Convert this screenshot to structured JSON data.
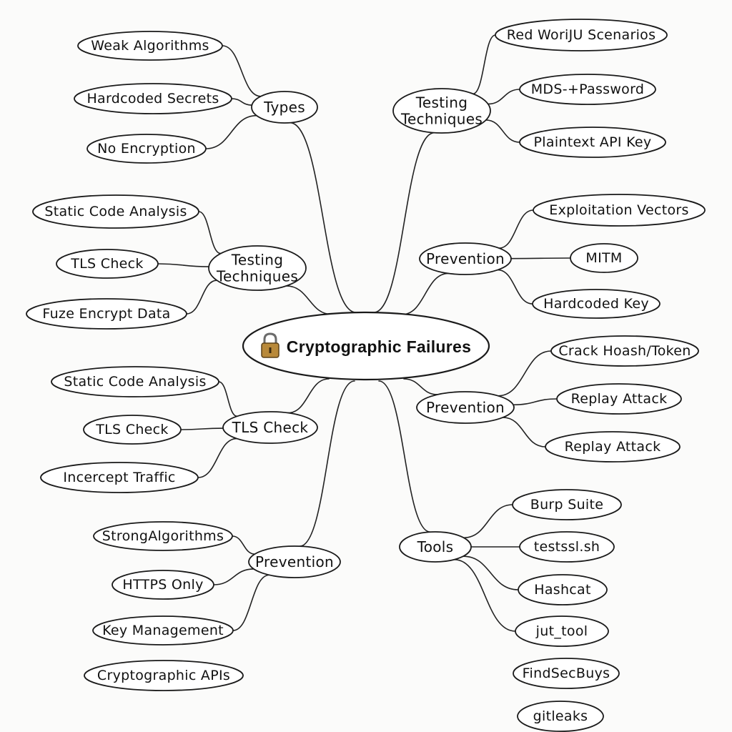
{
  "center": {
    "icon": "lock-icon",
    "label": "Cryptographic Failures"
  },
  "branches": [
    {
      "id": "types",
      "label": "Types",
      "children": [
        "Weak Algorithms",
        "Hardcoded Secrets",
        "No Encryption"
      ]
    },
    {
      "id": "testing-left",
      "label": "Testing\nTechniques",
      "children": [
        "Static Code Analysis",
        "TLS Check",
        "Fuze Encrypt Data"
      ]
    },
    {
      "id": "tls-check",
      "label": "TLS Check",
      "children": [
        "Static Code Analysis",
        "TLS Check",
        "Incercept Traffic"
      ]
    },
    {
      "id": "prevention-left",
      "label": "Prevention",
      "children": [
        "StrongAlgorithms",
        "HTTPS Only",
        "Key Management"
      ]
    },
    {
      "id": "testing-right",
      "label": "Testing\nTechniques",
      "children": [
        "Red WoriJU Scenarios",
        "MDS-+Password",
        "Plaintext API Key"
      ]
    },
    {
      "id": "prevention-right-1",
      "label": "Prevention",
      "children": [
        "Exploitation Vectors",
        "MITM",
        "Hardcoded Key"
      ]
    },
    {
      "id": "prevention-right-2",
      "label": "Prevention",
      "children": [
        "Crack Hoash/Token",
        "Replay Attack",
        "Replay Attack"
      ]
    },
    {
      "id": "tools",
      "label": "Tools",
      "children": [
        "Burp Suite",
        "testssl.sh",
        "Hashcat",
        "jut_tool"
      ]
    }
  ],
  "standalone": [
    "Cryptographic APIs",
    "FindSecBuys",
    "gitleaks"
  ]
}
